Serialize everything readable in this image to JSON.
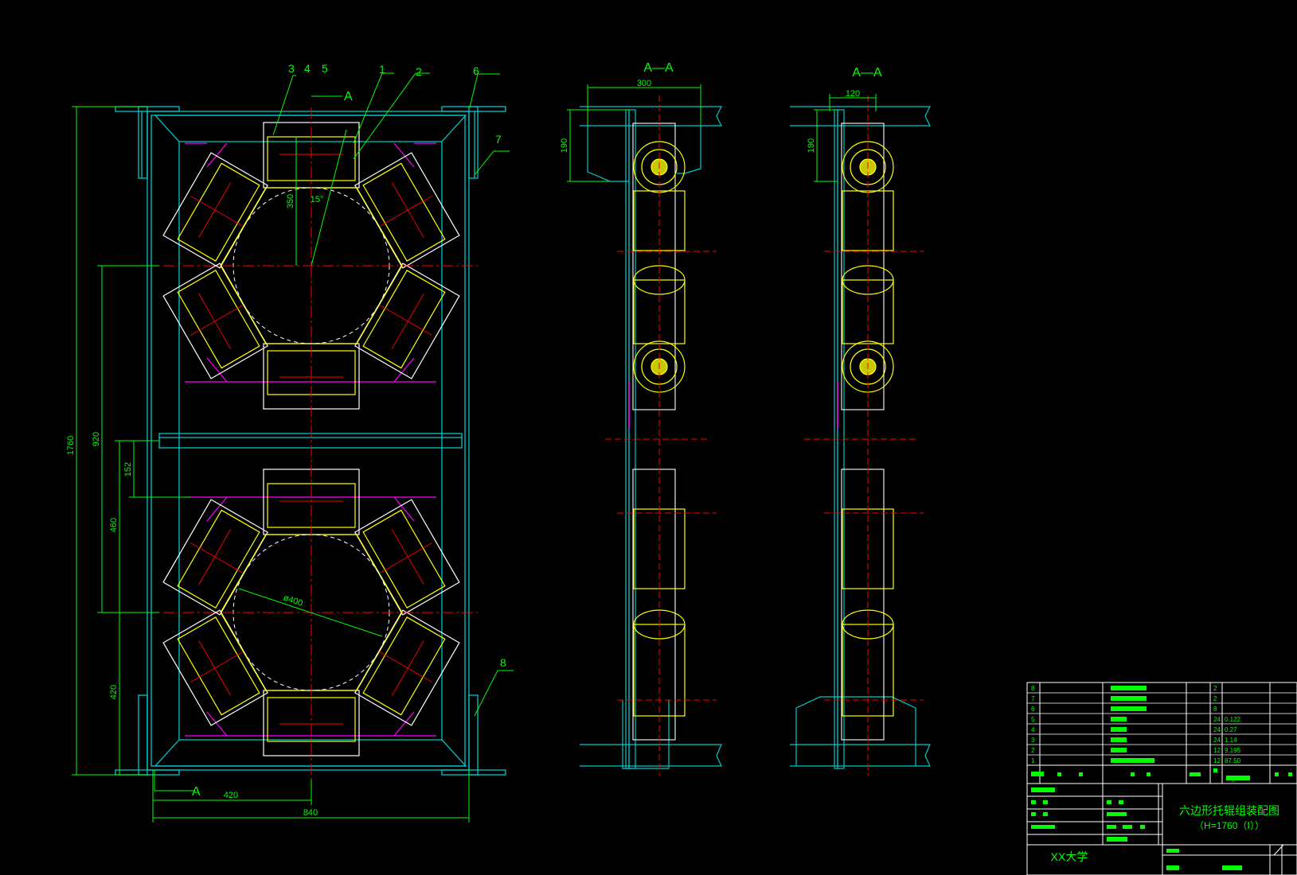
{
  "drawing": {
    "title_line1": "六边形托辊组装配图",
    "title_line2": "（H=1760（Ⅰ））",
    "school": "XX大学",
    "weight_unit": "kg"
  },
  "section_labels": {
    "main_top": "A",
    "main_bottom": "A",
    "side1": "A—A",
    "side2": "A—A"
  },
  "part_callouts": [
    "3",
    "4",
    "5",
    "1",
    "2",
    "6",
    "7",
    "8"
  ],
  "dimensions": {
    "overall_height": "1760",
    "center_distance": "920",
    "offset_152": "152",
    "offset_460": "460",
    "offset_420_v": "420",
    "half_width": "420",
    "overall_width": "840",
    "radial_350": "350",
    "angle": "15°",
    "ring_diameter": "ø400",
    "side1_width": "300",
    "side1_height": "190",
    "side2_width": "120",
    "side2_height": "190"
  },
  "parts_list": {
    "rows": [
      {
        "no": "8",
        "qty": "2",
        "weight": ""
      },
      {
        "no": "7",
        "qty": "2",
        "weight": ""
      },
      {
        "no": "6",
        "qty": "8",
        "weight": ""
      },
      {
        "no": "5",
        "qty": "24",
        "weight": "0.122"
      },
      {
        "no": "4",
        "qty": "24",
        "weight": "0.27"
      },
      {
        "no": "3",
        "qty": "24",
        "weight": "1.14"
      },
      {
        "no": "2",
        "qty": "12",
        "weight": "9.195"
      },
      {
        "no": "1",
        "qty": "12",
        "weight": "87.50"
      }
    ]
  },
  "colors": {
    "background": "#000000",
    "frame": "#00c8c8",
    "part_outline": "#ffffff",
    "roller": "#ffff00",
    "centerline": "#ff0000",
    "dimension": "#00ff00",
    "accent": "#ff00ff"
  }
}
